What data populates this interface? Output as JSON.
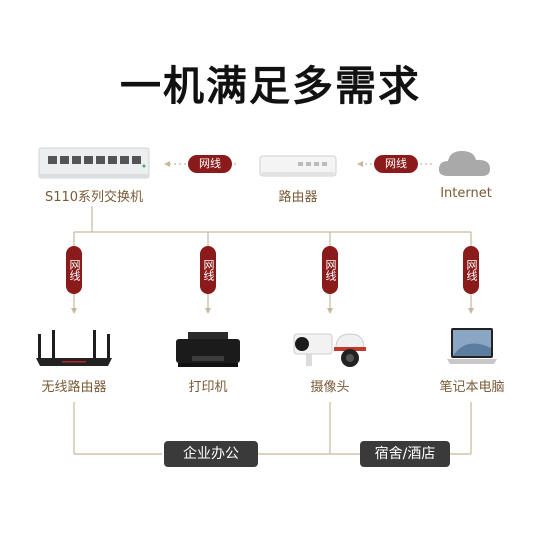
{
  "title": "一机满足多需求",
  "top_row": {
    "switch_label": "S110系列交换机",
    "router_label": "路由器",
    "internet_label": "Internet",
    "cable_left": "网线",
    "cable_right": "网线"
  },
  "branch_cables": [
    "网线",
    "网线",
    "网线",
    "网线"
  ],
  "devices": [
    {
      "label": "无线路由器",
      "icon": "wifi-router-icon"
    },
    {
      "label": "打印机",
      "icon": "printer-icon"
    },
    {
      "label": "摄像头",
      "icon": "camera-icon"
    },
    {
      "label": "笔记本电脑",
      "icon": "laptop-icon"
    }
  ],
  "scenarios": {
    "left": "企业办公",
    "right": "宿舍/酒店"
  },
  "colors": {
    "accent": "#8b1a1a",
    "line": "#c9b79c",
    "label": "#7a5a36",
    "tag_bg": "#3a3a3a"
  }
}
